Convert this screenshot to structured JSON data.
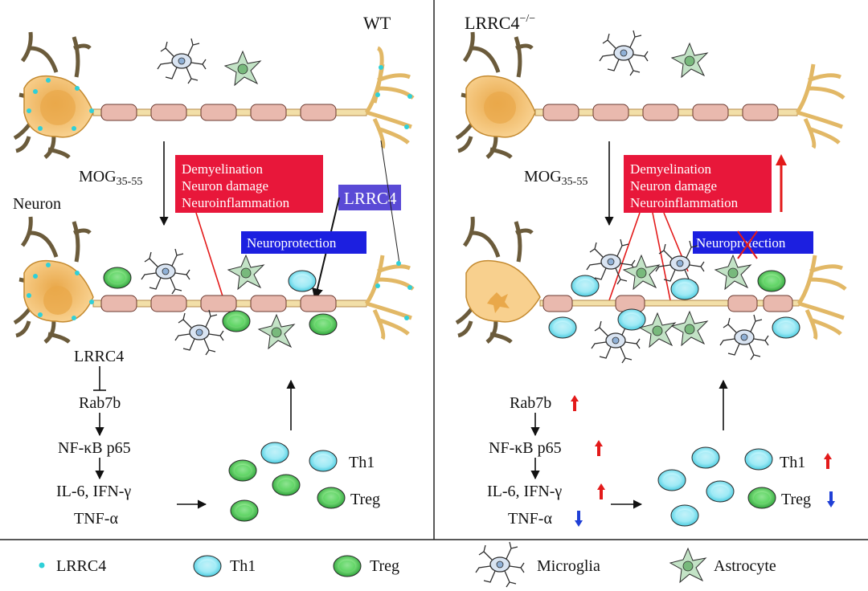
{
  "panels": {
    "wt": {
      "condition_label": "WT",
      "neuron_label": "Neuron",
      "stimulus_label": "MOG35-55",
      "stimulus_base": "MOG",
      "stimulus_sub": "35-55",
      "effects_box": [
        "Demyelination",
        "Neuron damage",
        "Neuroinflammation"
      ],
      "gene_box": "LRRC4",
      "protection_box": "Neuroprotection",
      "pathway": [
        "LRRC4",
        "Rab7b",
        "NF-κB p65",
        "IL-6, IFN-γ",
        "TNF-α"
      ],
      "cell_labels": [
        "Th1",
        "Treg"
      ]
    },
    "ko": {
      "condition_label": "LRRC4",
      "condition_sup": "−/−",
      "stimulus_label": "MOG35-55",
      "stimulus_base": "MOG",
      "stimulus_sub": "35-55",
      "effects_box": [
        "Demyelination",
        "Neuron damage",
        "Neuroinflammation"
      ],
      "protection_box": "Neuroprotection",
      "pathway": [
        "Rab7b",
        "NF-κB p65",
        "IL-6, IFN-γ",
        "TNF-α"
      ],
      "cell_labels": [
        "Th1",
        "Treg"
      ]
    }
  },
  "legend": {
    "items": [
      "LRRC4",
      "Th1",
      "Treg",
      "Microglia",
      "Astrocyte"
    ]
  },
  "colors": {
    "effects_box": "#e8173a",
    "gene_box": "#5a4ad6",
    "protection_box": "#1c1fe0",
    "up_arrow": "#e31a1a",
    "down_arrow": "#1f3fd6",
    "lrrc4_dot": "#2fd0d8",
    "th1_fill": "#8ee6f2",
    "treg_fill": "#4ccf5a",
    "soma_fill": "#f6c778",
    "myelin_fill": "#e9b9ae"
  }
}
